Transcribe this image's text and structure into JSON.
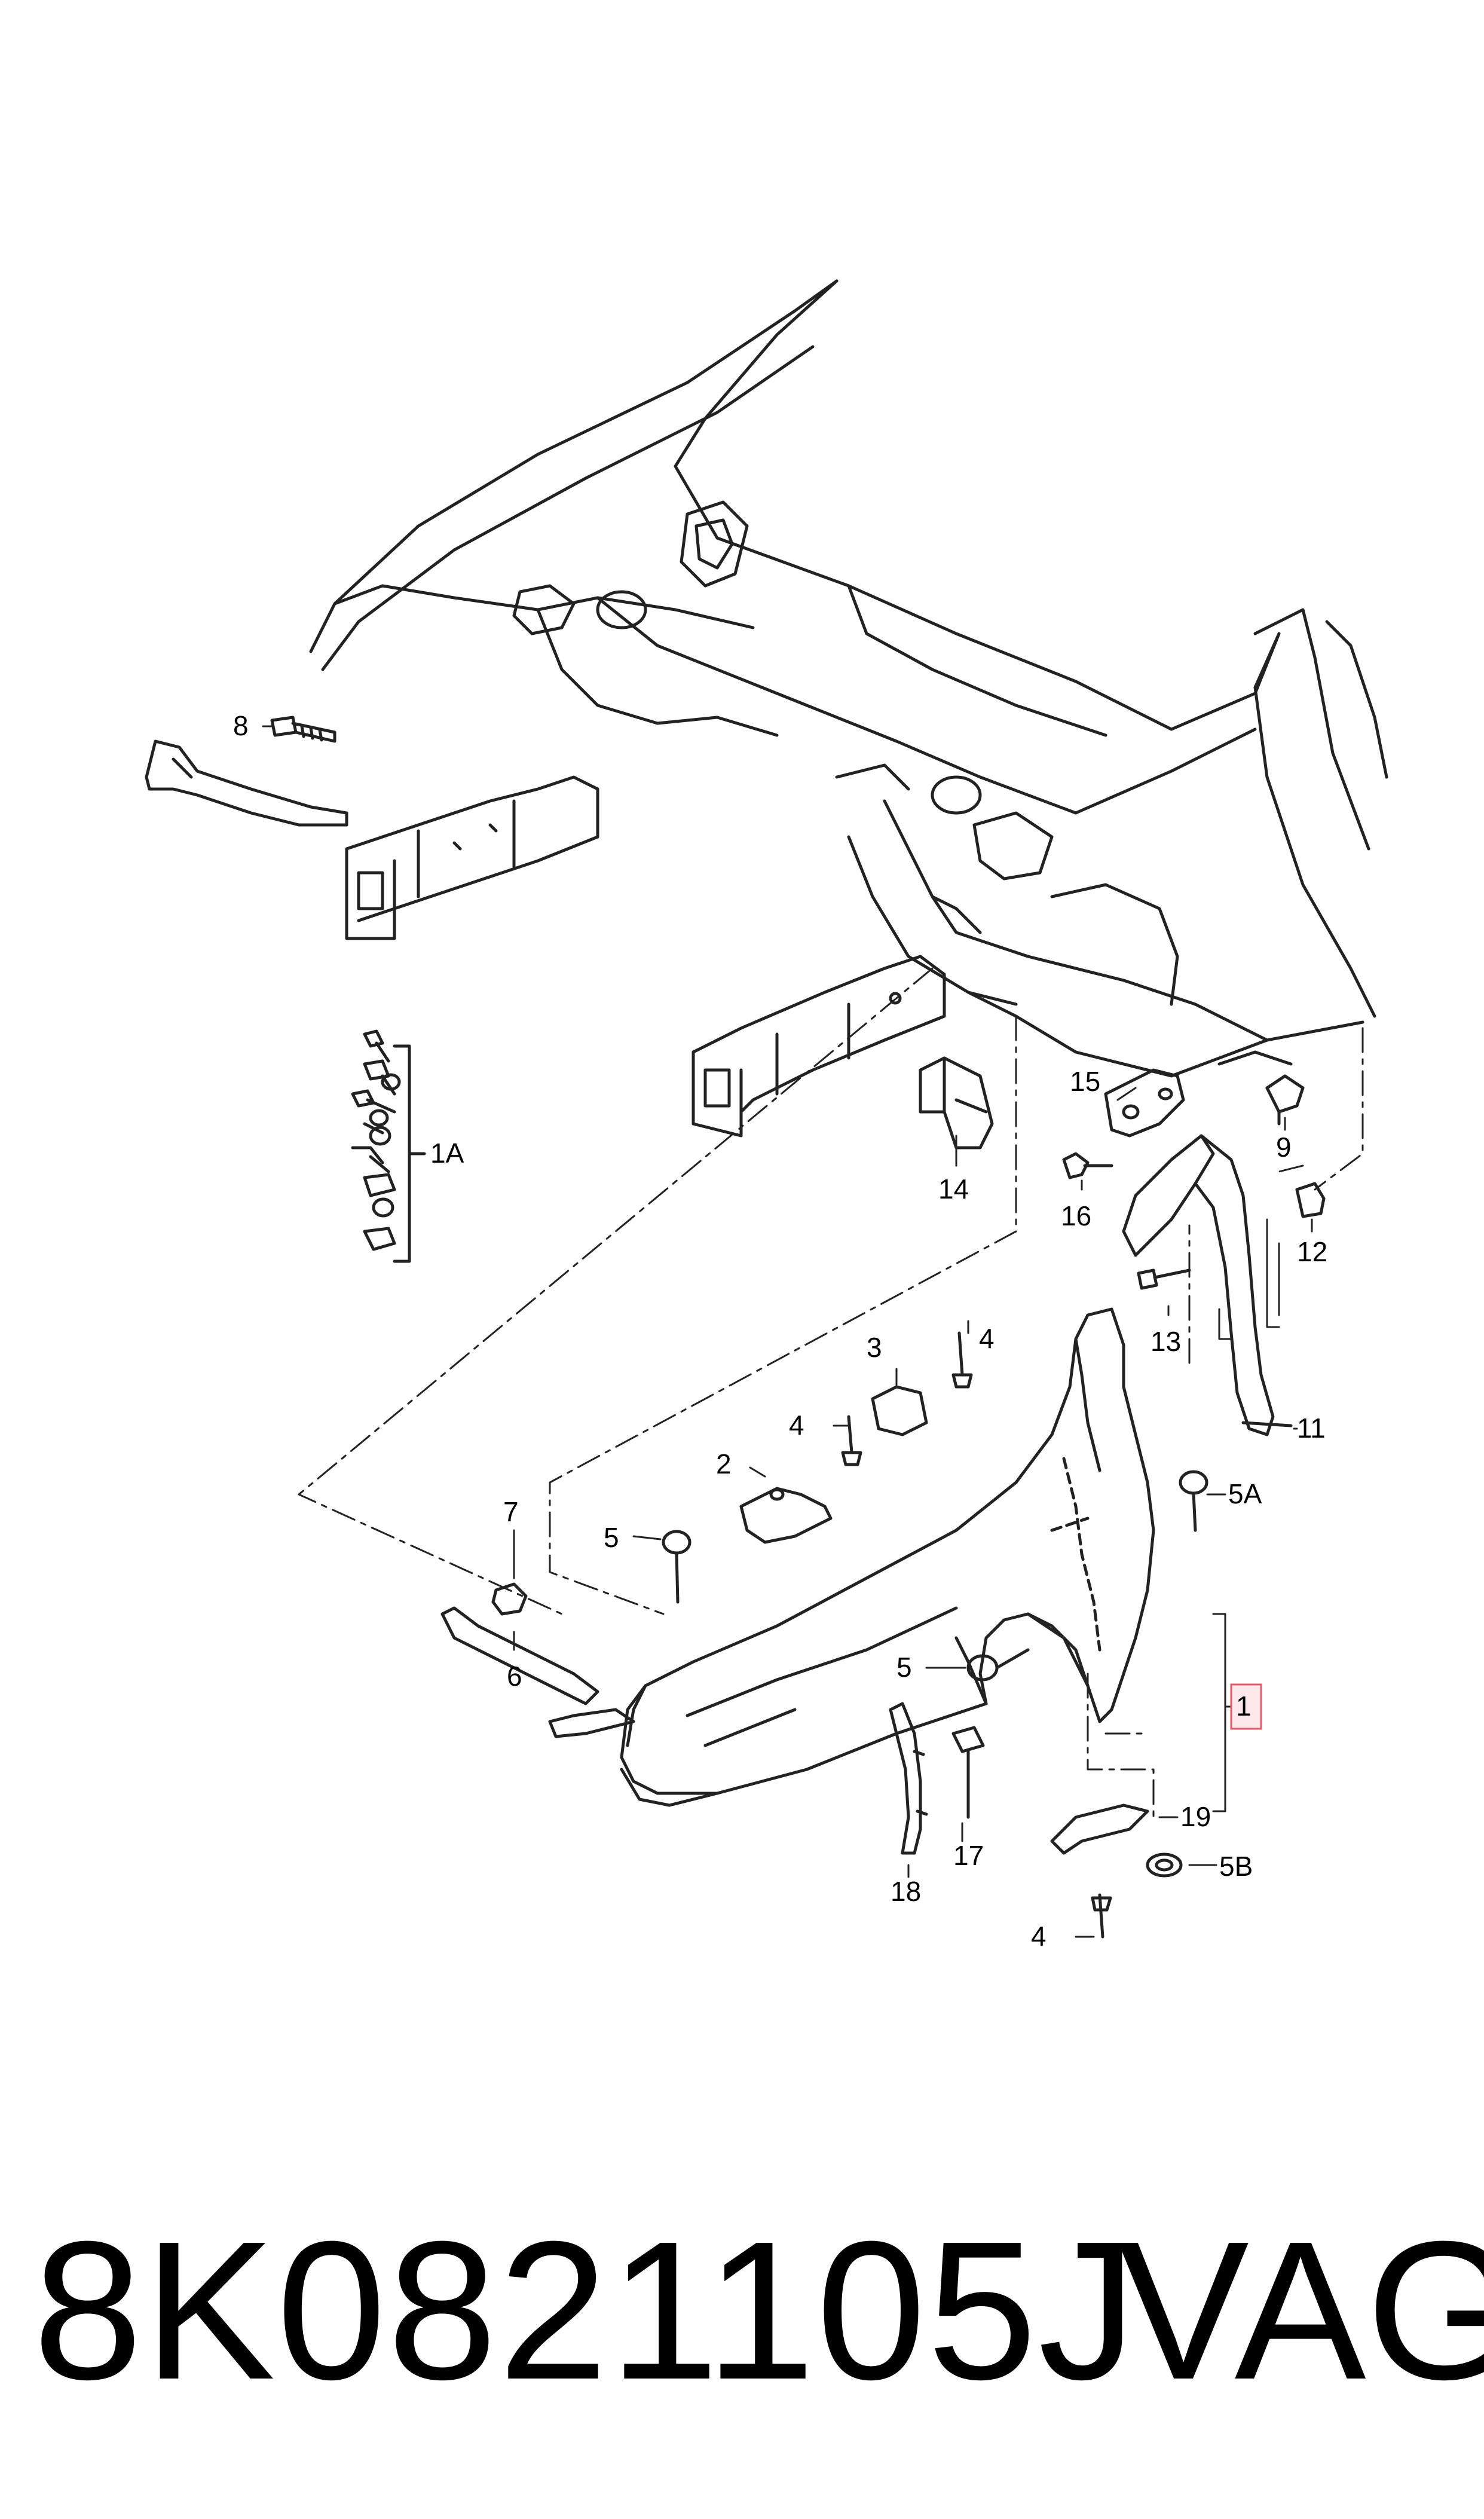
{
  "callouts": {
    "c1": "1",
    "c1A": "1A",
    "c2": "2",
    "c3": "3",
    "c4a": "4",
    "c4b": "4",
    "c4c": "4",
    "c5a": "5",
    "c5b": "5",
    "c5A": "5A",
    "c5B": "5B",
    "c6": "6",
    "c7": "7",
    "c8": "8",
    "c9": "9",
    "c11": "11",
    "c12": "12",
    "c13": "13",
    "c14": "14",
    "c15": "15",
    "c16": "16",
    "c17": "17",
    "c18": "18",
    "c19": "19"
  },
  "caption": {
    "part_number": "8K0821105J",
    "brand": "VAG"
  },
  "colors": {
    "line": "#222222",
    "highlight_box": "#e05a6a",
    "highlight_fill": "#fde9ec"
  }
}
